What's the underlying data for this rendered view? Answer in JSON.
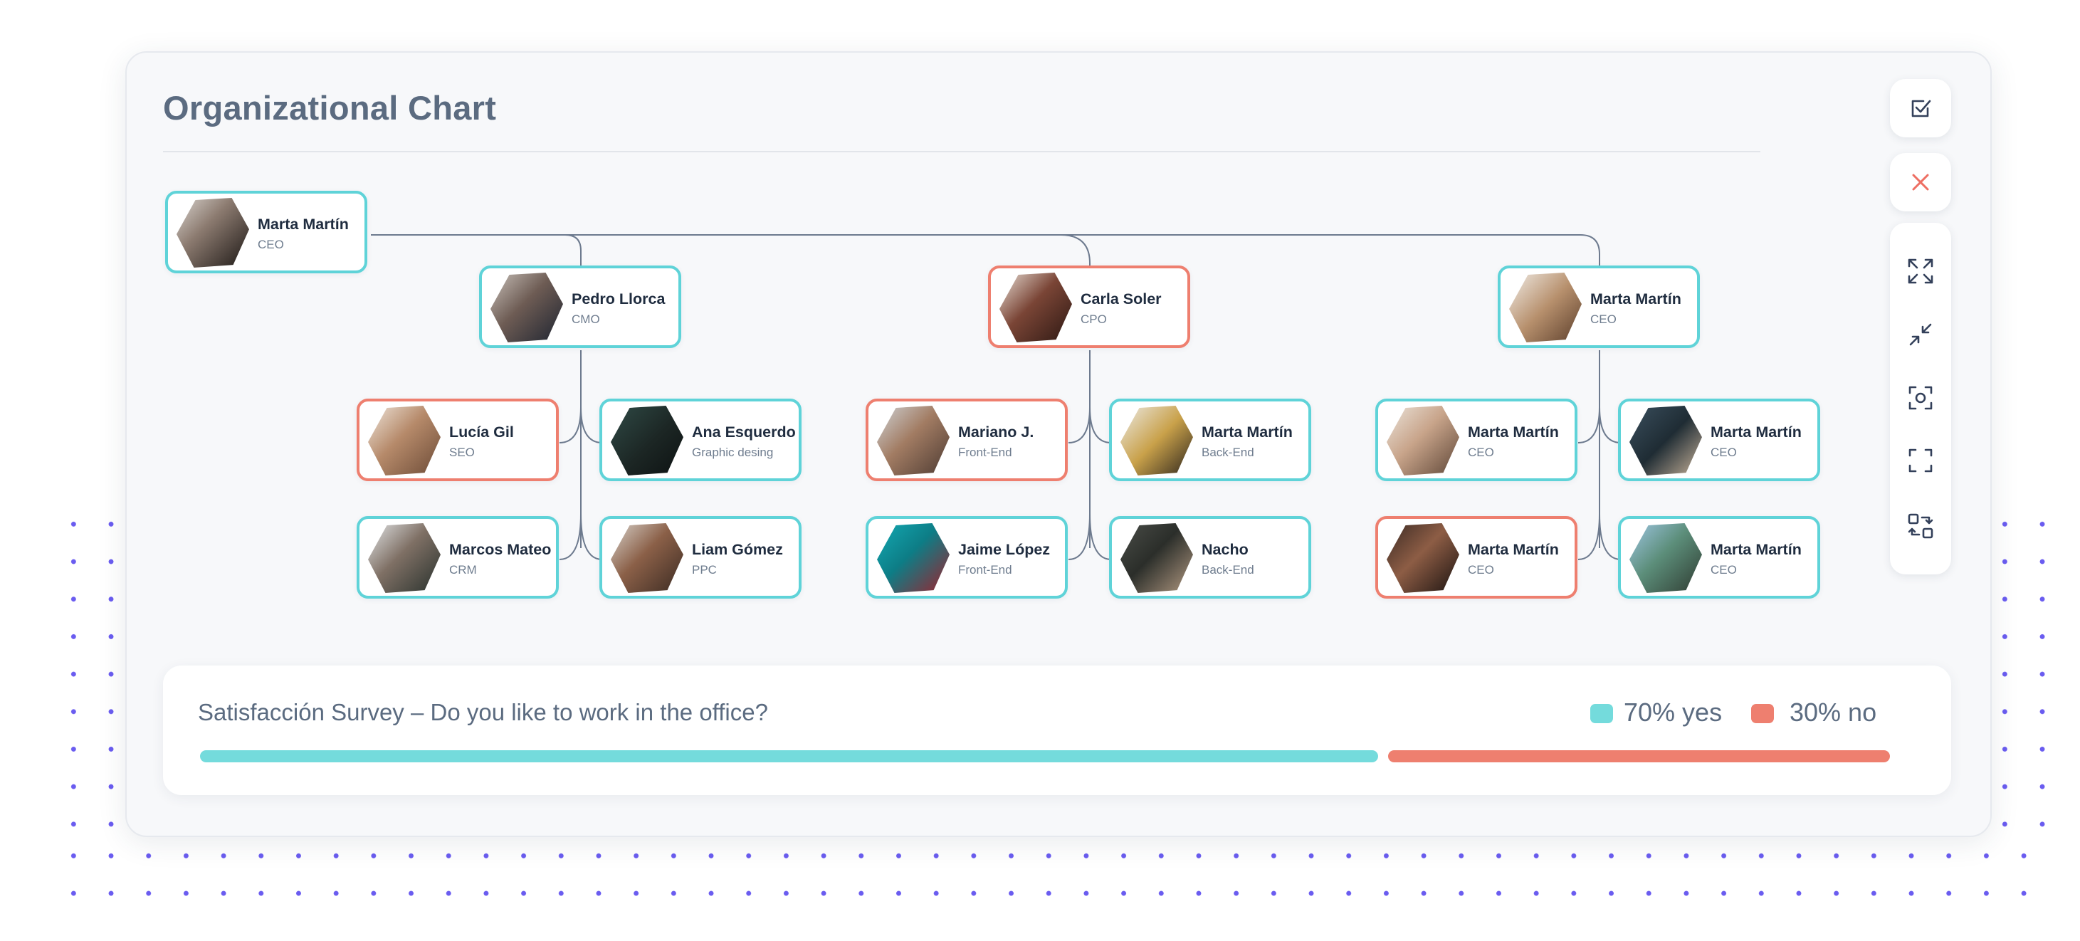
{
  "header": {
    "title": "Organizational Chart"
  },
  "toolbar": {
    "items": [
      {
        "icon": "checkbox-icon"
      },
      {
        "icon": "close-icon"
      },
      {
        "icon": "expand-icon"
      },
      {
        "icon": "collapse-icon"
      },
      {
        "icon": "focus-icon"
      },
      {
        "icon": "fullscreen-icon"
      },
      {
        "icon": "swap-layout-icon"
      }
    ]
  },
  "colors": {
    "teal": "#5fd3d8",
    "coral": "#ee7f6f",
    "title": "#5b6b80",
    "dots": "#6a5cf0"
  },
  "org": {
    "root": {
      "name": "Marta Martín",
      "role": "CEO",
      "accent": "teal"
    },
    "level2": [
      {
        "name": "Pedro Llorca",
        "role": "CMO",
        "accent": "teal"
      },
      {
        "name": "Carla Soler",
        "role": "CPO",
        "accent": "coral"
      },
      {
        "name": "Marta Martín",
        "role": "CEO",
        "accent": "teal"
      }
    ],
    "members": [
      {
        "name": "Lucía Gil",
        "role": "SEO",
        "accent": "coral"
      },
      {
        "name": "Ana Esquerdo",
        "role": "Graphic desing",
        "accent": "teal"
      },
      {
        "name": "Marcos Mateo",
        "role": "CRM",
        "accent": "teal"
      },
      {
        "name": "Liam Gómez",
        "role": "PPC",
        "accent": "teal"
      },
      {
        "name": "Mariano J.",
        "role": "Front-End",
        "accent": "coral"
      },
      {
        "name": "Marta Martín",
        "role": "Back-End",
        "accent": "teal"
      },
      {
        "name": "Jaime López",
        "role": "Front-End",
        "accent": "teal"
      },
      {
        "name": "Nacho",
        "role": "Back-End",
        "accent": "teal"
      },
      {
        "name": "Marta Martín",
        "role": "CEO",
        "accent": "teal"
      },
      {
        "name": "Marta Martín",
        "role": "CEO",
        "accent": "teal"
      },
      {
        "name": "Marta Martín",
        "role": "CEO",
        "accent": "coral"
      },
      {
        "name": "Marta Martín",
        "role": "CEO",
        "accent": "teal"
      }
    ]
  },
  "survey": {
    "text": "Satisfacción Survey  – Do you like to work in the office?",
    "yes_label": "70% yes",
    "no_label": "30% no",
    "yes_fraction": 0.7,
    "no_fraction": 0.3
  }
}
